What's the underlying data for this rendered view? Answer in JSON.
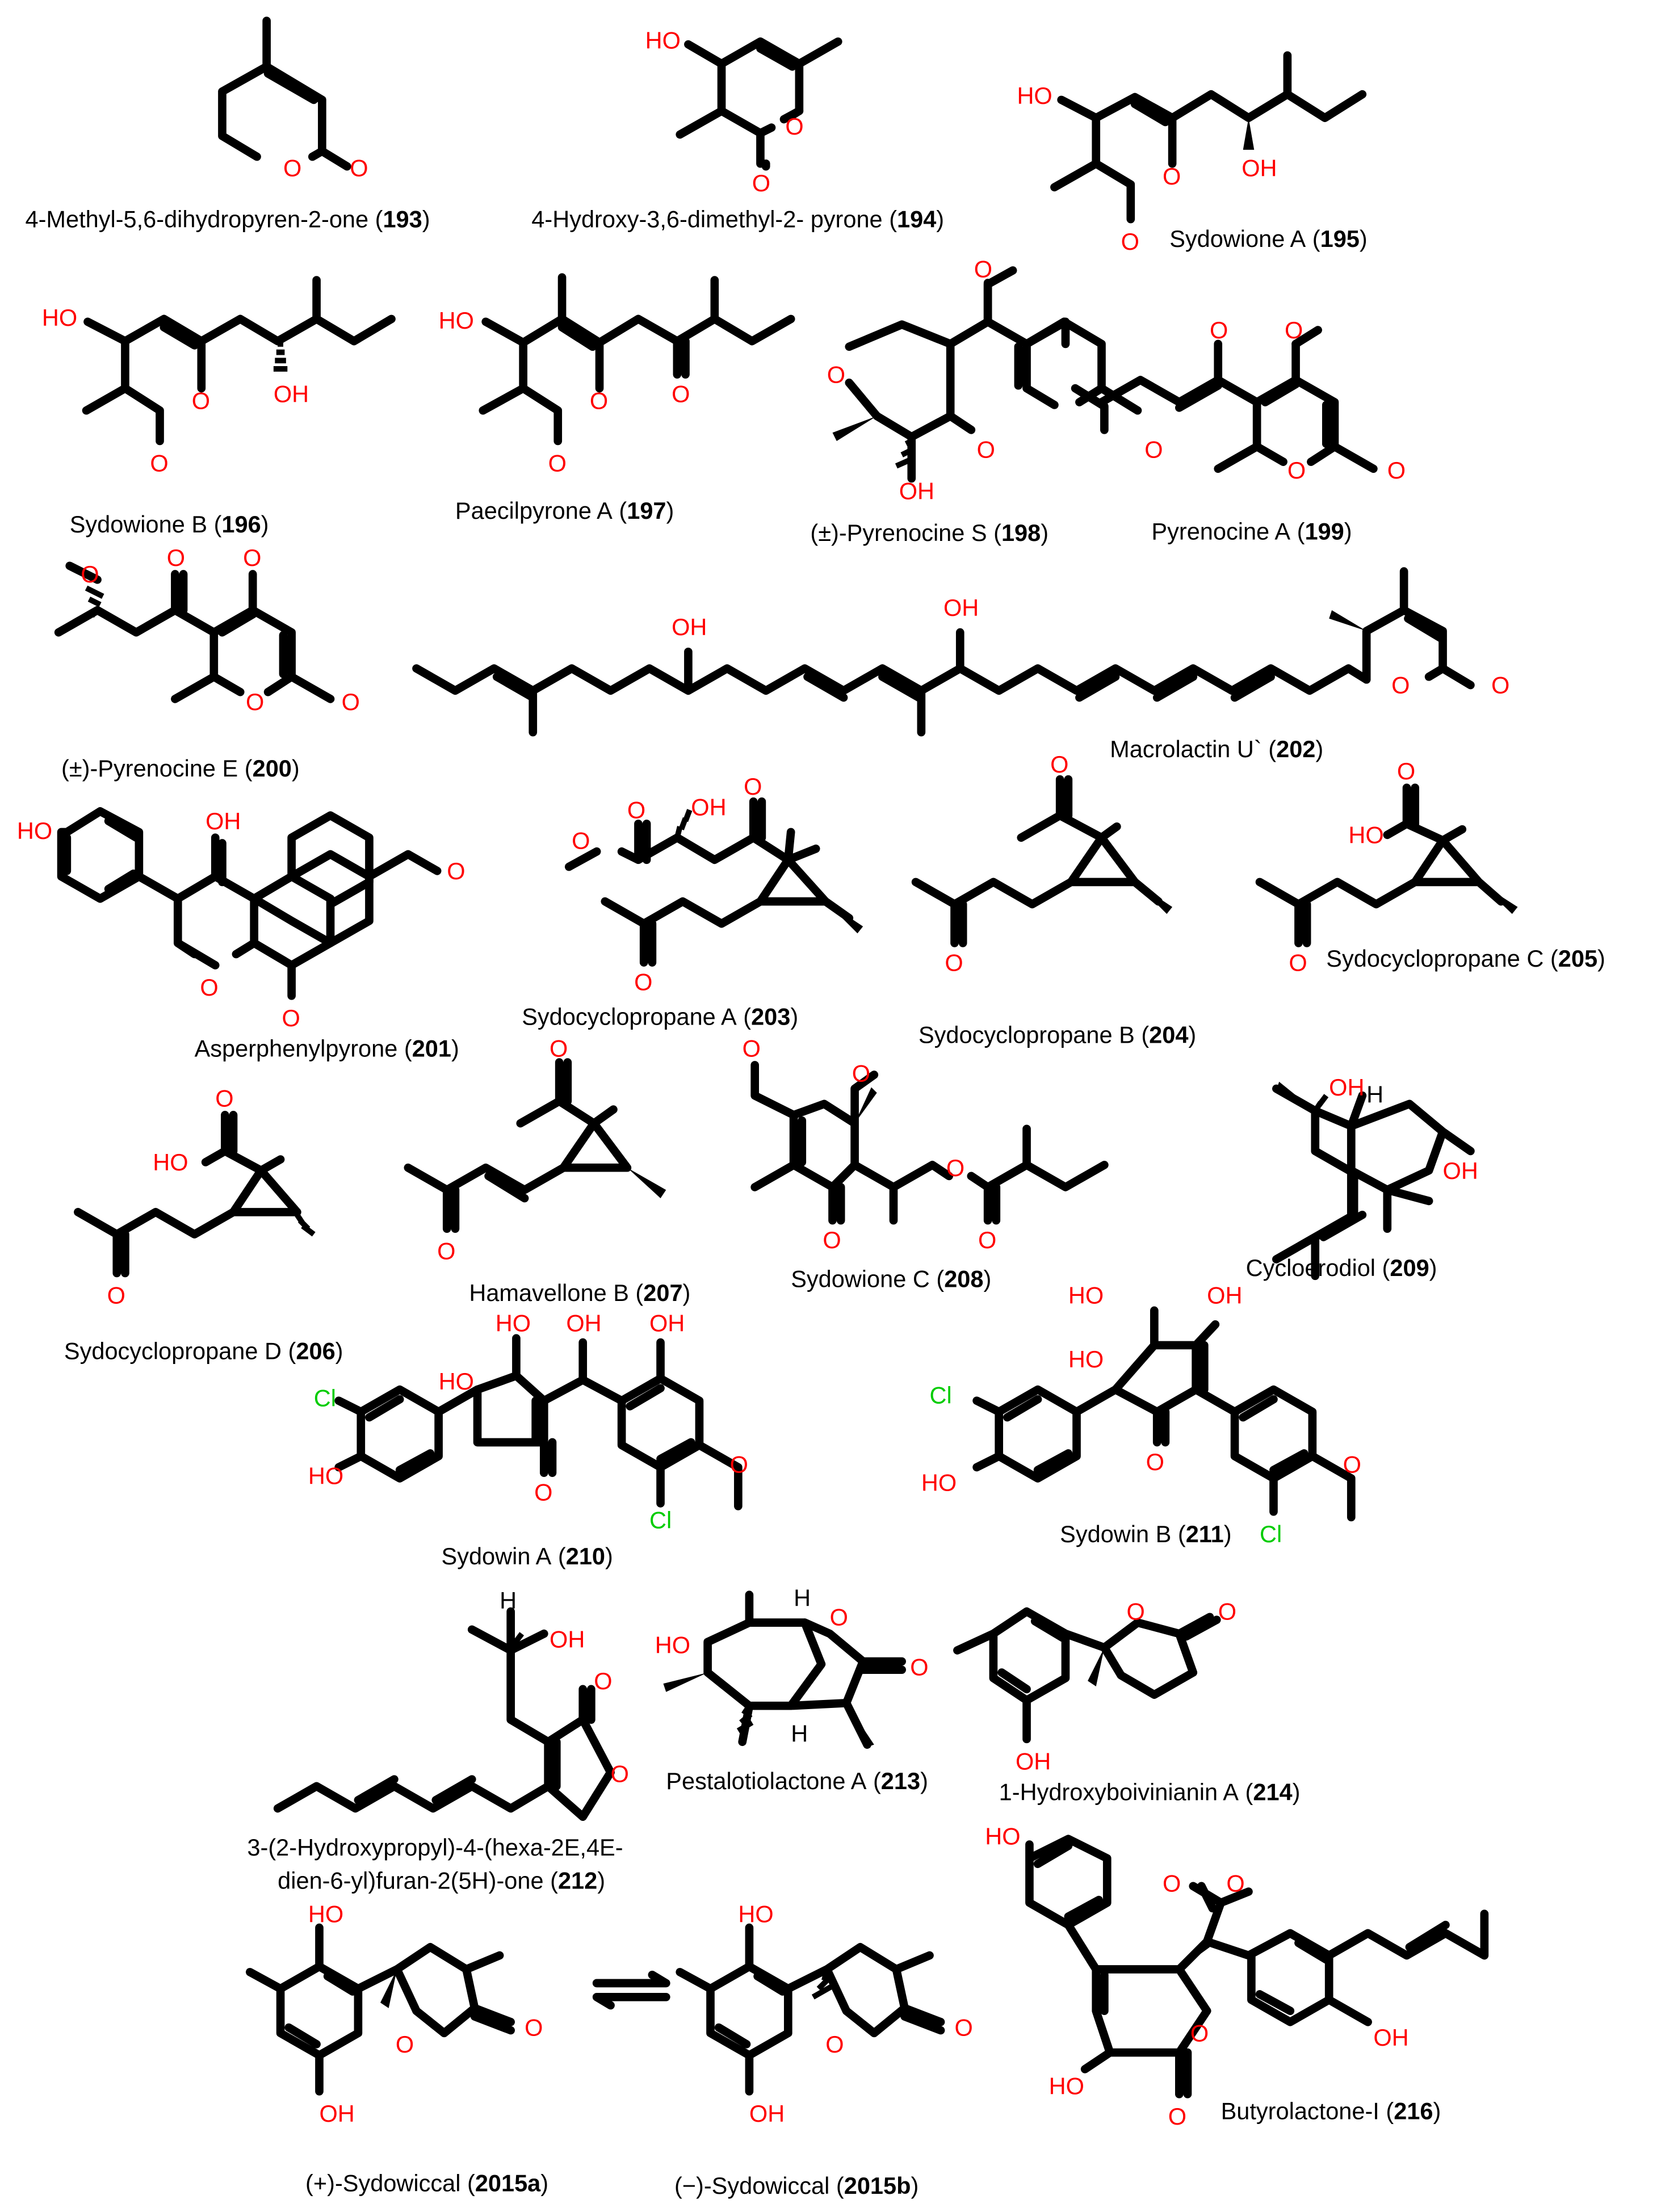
{
  "atom_labels": {
    "O": "O",
    "OH": "OH",
    "HO": "HO",
    "H": "H",
    "Cl": "Cl"
  },
  "compounds": [
    {
      "id": "c193",
      "name": "4-Methyl-5,6-dihydropyren-2-one",
      "number": "193"
    },
    {
      "id": "c194",
      "name": "4-Hydroxy-3,6-dimethyl-2- pyrone",
      "number": "194"
    },
    {
      "id": "c195",
      "name": "Sydowione A",
      "number": "195"
    },
    {
      "id": "c196",
      "name": "Sydowione B",
      "number": "196"
    },
    {
      "id": "c197",
      "name": "Paecilpyrone A",
      "number": "197"
    },
    {
      "id": "c198",
      "name": "(±)-Pyrenocine S",
      "number": "198"
    },
    {
      "id": "c199",
      "name": "Pyrenocine A",
      "number": "199"
    },
    {
      "id": "c200",
      "name": "(±)-Pyrenocine E",
      "number": "200"
    },
    {
      "id": "c202",
      "name": "Macrolactin U`",
      "number": "202"
    },
    {
      "id": "c201",
      "name": "Asperphenylpyrone",
      "number": "201"
    },
    {
      "id": "c203",
      "name": "Sydocyclopropane A",
      "number": "203"
    },
    {
      "id": "c204",
      "name": "Sydocyclopropane B",
      "number": "204"
    },
    {
      "id": "c205",
      "name": "Sydocyclopropane C",
      "number": "205"
    },
    {
      "id": "c206",
      "name": "Sydocyclopropane D",
      "number": "206"
    },
    {
      "id": "c207",
      "name": "Hamavellone B",
      "number": "207"
    },
    {
      "id": "c208",
      "name": "Sydowione C",
      "number": "208"
    },
    {
      "id": "c209",
      "name": "Cycloerodiol",
      "number": "209"
    },
    {
      "id": "c210",
      "name": "Sydowin A",
      "number": "210"
    },
    {
      "id": "c211",
      "name": "Sydowin B",
      "number": "211"
    },
    {
      "id": "c212",
      "name_lines": [
        "3-(2-Hydroxypropyl)-4-(hexa-2E,4E-",
        "dien-6-yl)furan-2(5H)-one"
      ],
      "number": "212"
    },
    {
      "id": "c213",
      "name": "Pestalotiolactone A",
      "number": "213"
    },
    {
      "id": "c214",
      "name": "1-Hydroxyboivinianin A",
      "number": "214"
    },
    {
      "id": "c215a",
      "name": "(+)-Sydowiccal",
      "number": "2015a"
    },
    {
      "id": "c215b",
      "name": "(−)-Sydowiccal",
      "number": "2015b"
    },
    {
      "id": "c216",
      "name": "Butyrolactone-I",
      "number": "216"
    }
  ],
  "colors": {
    "oxygen": "#ff0000",
    "chlorine": "#00cc00",
    "bond": "#000000"
  }
}
